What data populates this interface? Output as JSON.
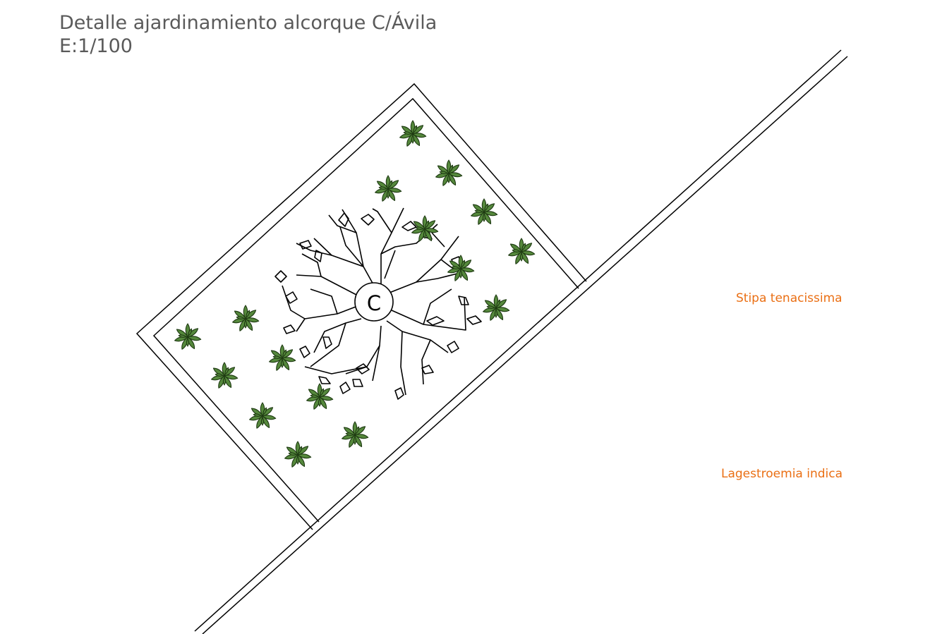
{
  "drawing": {
    "title": "Detalle ajardinamiento alcorque C/Ávila",
    "scale": "E:1/100"
  },
  "legend": [
    {
      "label": "Stipa tenacissima",
      "color": "#ea6f14"
    },
    {
      "label": "Lagestroemia indica",
      "color": "#ea6f14"
    }
  ],
  "tree": {
    "mark": "C"
  },
  "colors": {
    "outline": "#000000",
    "foliage_fill": "#55883c",
    "foliage_stroke": "#1e3a12",
    "label": "#ea6f14",
    "title": "#5a5a5a"
  },
  "icons": [
    "stipa-tenacissima-plant-icon",
    "lagestroemia-indica-tree-icon"
  ]
}
